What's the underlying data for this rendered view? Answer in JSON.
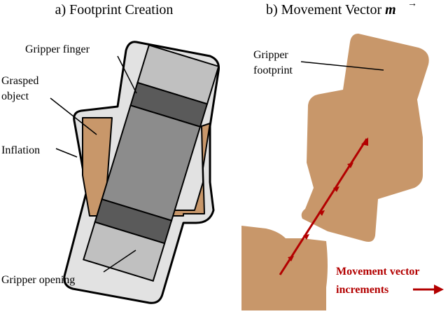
{
  "panel_a": {
    "title": "a) Footprint Creation",
    "labels": {
      "gripper_finger": "Gripper finger",
      "grasped_object_line1": "Grasped",
      "grasped_object_line2": "object",
      "inflation": "Inflation",
      "gripper_opening": "Gripper opening"
    }
  },
  "panel_b": {
    "title_text": "b) Movement Vector ",
    "title_symbol": "m",
    "title_arrow": "→",
    "labels": {
      "gripper_footprint_line1": "Gripper",
      "gripper_footprint_line2": "footprint",
      "movement_vector_line1": "Movement vector",
      "movement_vector_line2": "increments"
    }
  },
  "colors": {
    "object": "#c8976a",
    "inflation": "#e2e2e2",
    "gripper_light": "#c0c0c0",
    "gripper_body": "#8c8c8c",
    "gripper_finger": "#5a5a5a",
    "footprint": "#c8976a",
    "vector": "#b30000"
  }
}
